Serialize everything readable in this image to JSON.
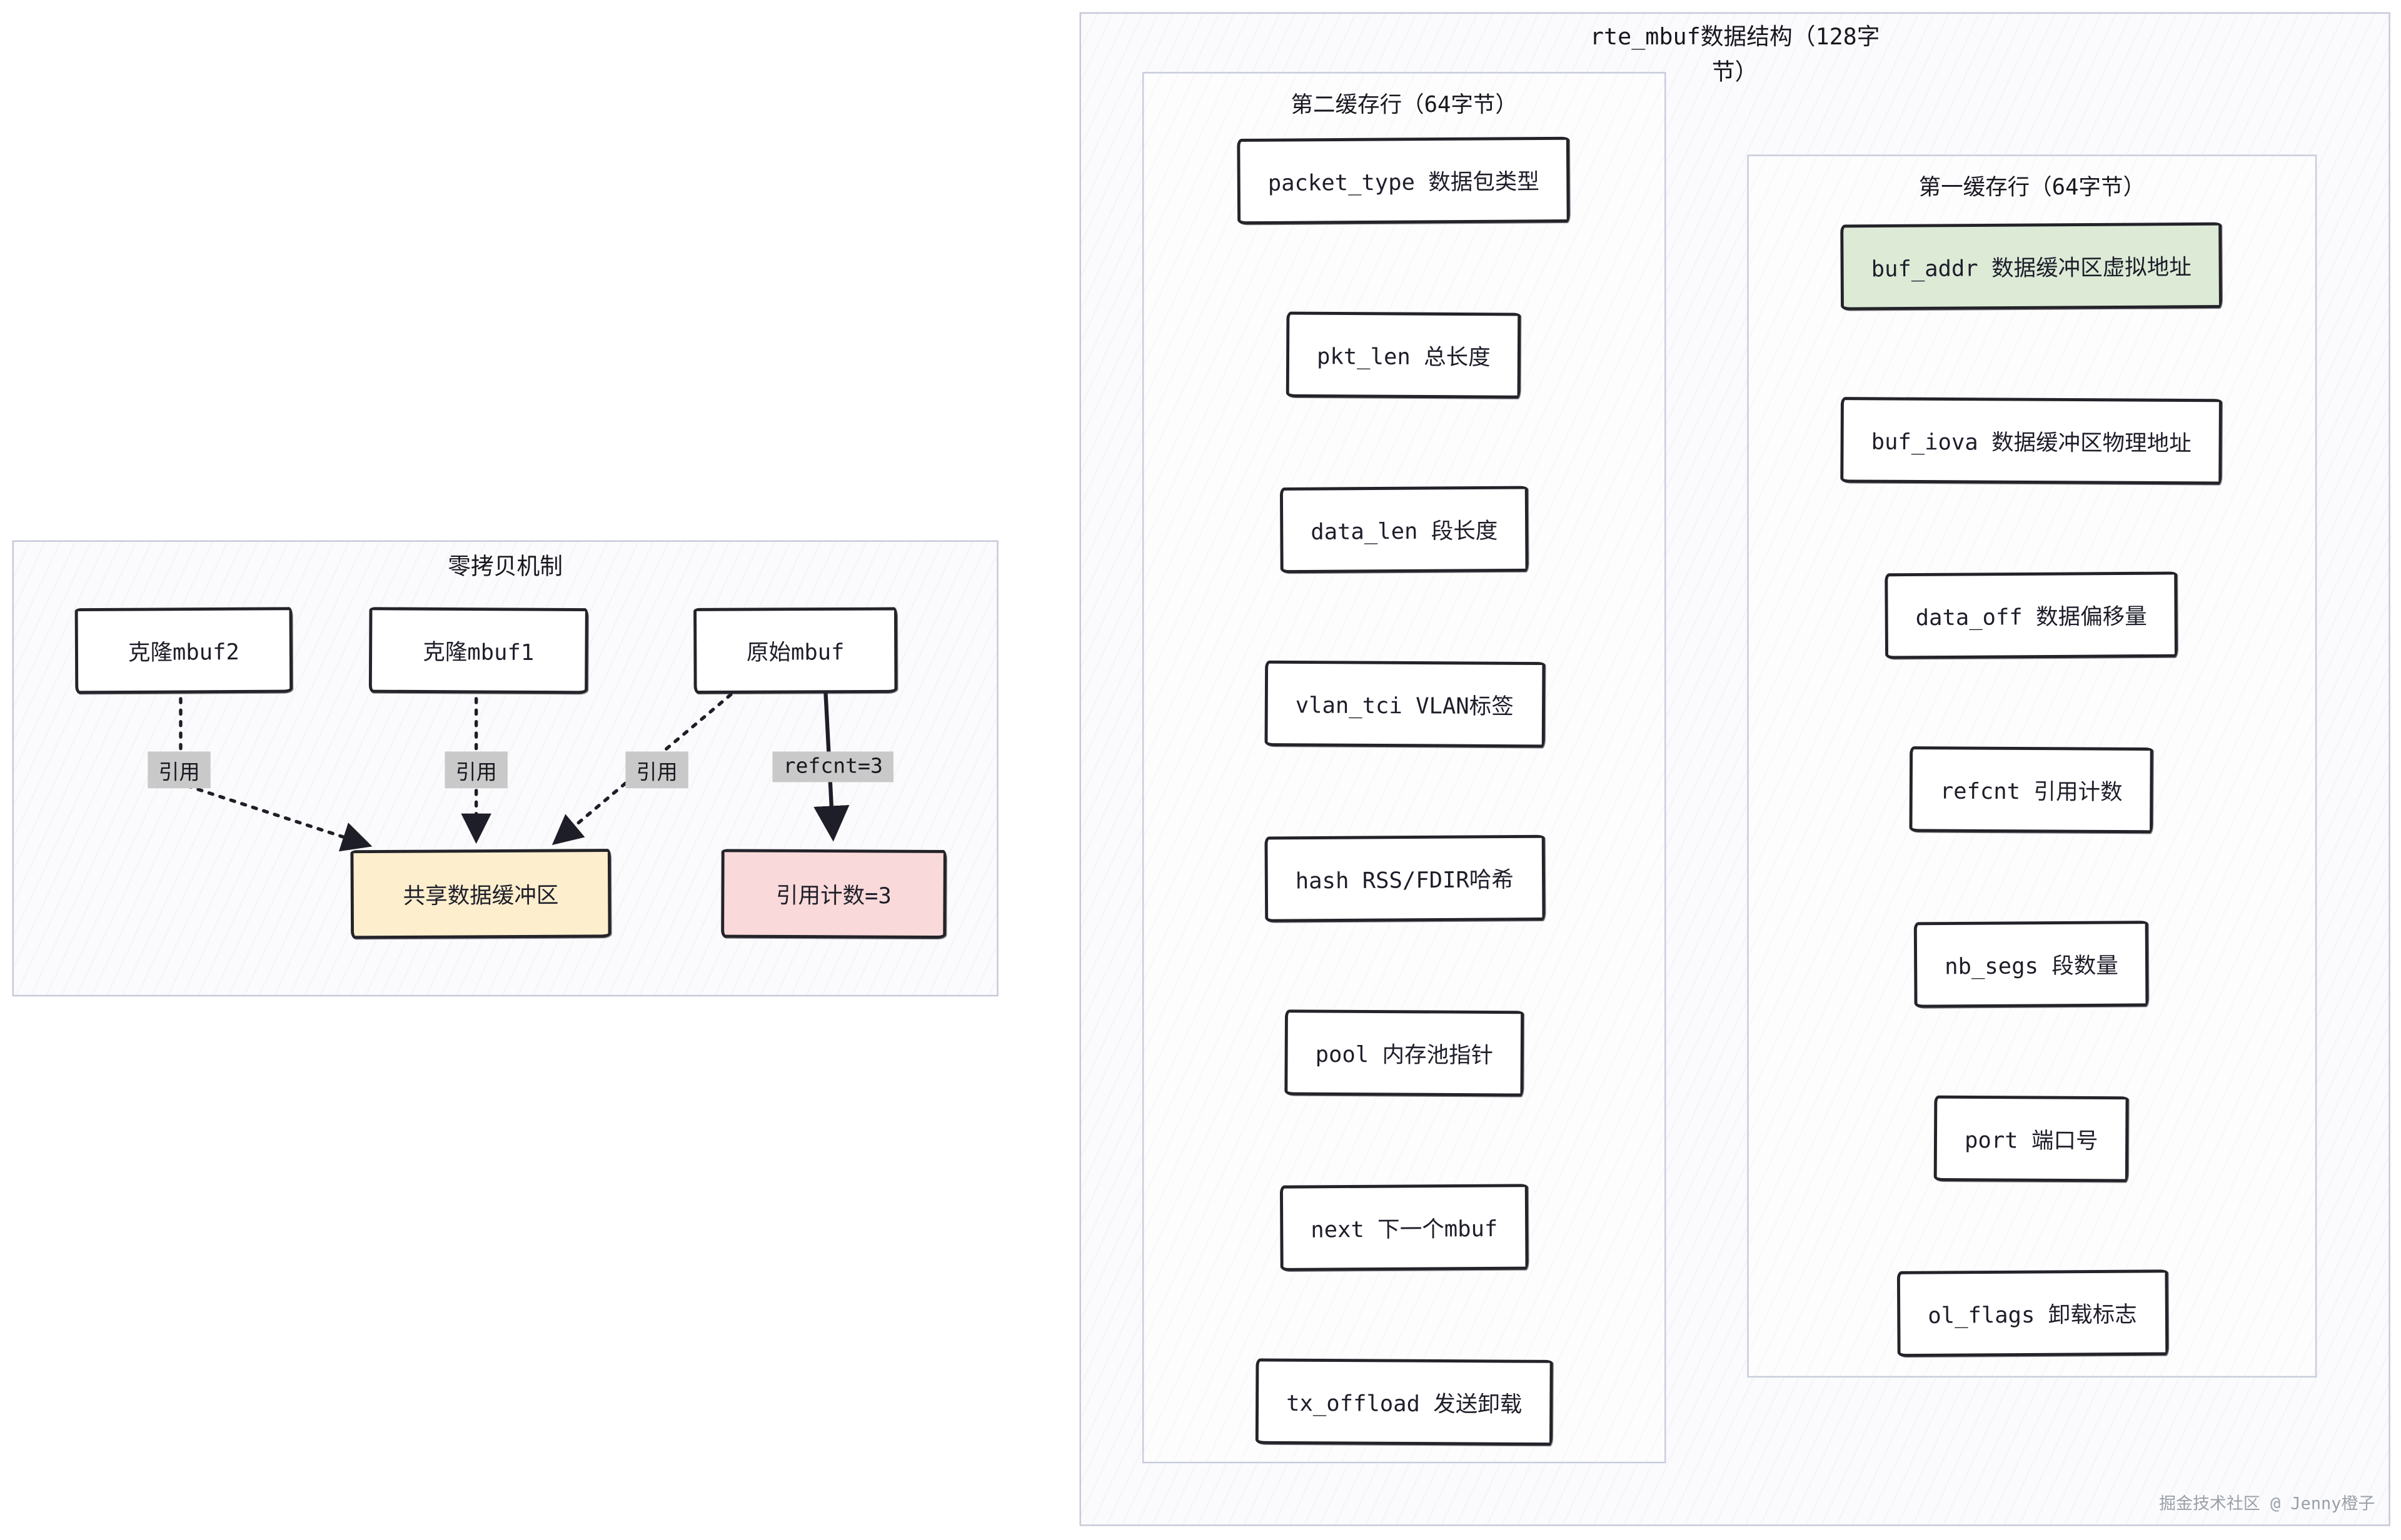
{
  "left_panel": {
    "title": "零拷贝机制",
    "nodes": {
      "clone2": "克隆mbuf2",
      "clone1": "克隆mbuf1",
      "original": "原始mbuf",
      "shared_buffer": "共享数据缓冲区",
      "ref_count": "引用计数=3"
    },
    "labels": {
      "reference": "引用",
      "refcnt": "refcnt=3"
    }
  },
  "right_panel": {
    "title": "rte_mbuf数据结构（128字节）",
    "second_cache_line": {
      "title": "第二缓存行（64字节）",
      "fields": [
        "packet_type 数据包类型",
        "pkt_len 总长度",
        "data_len 段长度",
        "vlan_tci VLAN标签",
        "hash RSS/FDIR哈希",
        "pool 内存池指针",
        "next 下一个mbuf",
        "tx_offload 发送卸载"
      ]
    },
    "first_cache_line": {
      "title": "第一缓存行（64字节）",
      "fields": [
        "buf_addr 数据缓冲区虚拟地址",
        "buf_iova 数据缓冲区物理地址",
        "data_off 数据偏移量",
        "refcnt 引用计数",
        "nb_segs 段数量",
        "port 端口号",
        "ol_flags 卸载标志"
      ]
    },
    "watermark": "掘金技术社区 @ Jenny橙子"
  },
  "colors": {
    "shared_buffer_fill": "#fdeecd",
    "ref_count_fill": "#f9d9d9",
    "buf_addr_fill": "#dcead6",
    "label_bg": "#c9c9c9",
    "box_border": "#232329",
    "panel_border": "#c6c9d8",
    "watermark_text": "#9aa0a8"
  }
}
